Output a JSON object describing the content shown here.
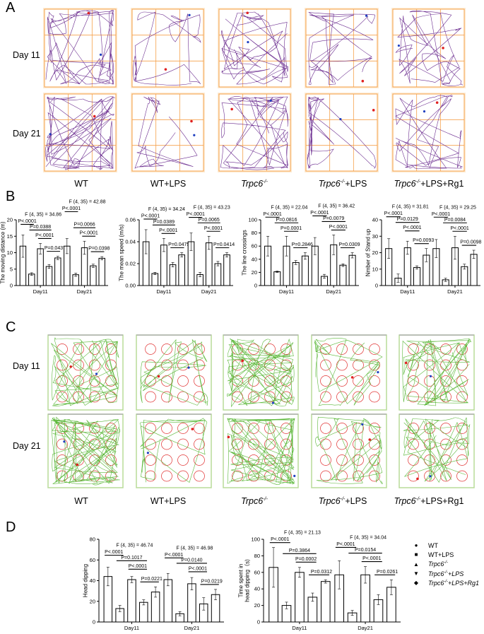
{
  "panels": {
    "A": "A",
    "B": "B",
    "C": "C",
    "D": "D"
  },
  "days": [
    "Day 11",
    "Day 21"
  ],
  "groups": [
    {
      "name": "",
      "sup": "",
      "suffix": "WT"
    },
    {
      "name": "",
      "sup": "",
      "suffix": "WT+LPS"
    },
    {
      "name": "Trpc6",
      "sup": "-/-",
      "suffix": ""
    },
    {
      "name": "Trpc6",
      "sup": "-/-",
      "suffix": "+LPS"
    },
    {
      "name": "Trpc6",
      "sup": "-/-",
      "suffix": "+LPS+Rg1"
    }
  ],
  "colors": {
    "trackA": "#6b2c8f",
    "gridA": "#f5a04a",
    "trackC": "#5cb83a",
    "circleC": "#e03030",
    "start": "#e02020",
    "end": "#2040c0"
  },
  "legend": [
    {
      "marker": "circle",
      "name": "",
      "sup": "",
      "suffix": "WT"
    },
    {
      "marker": "square",
      "name": "",
      "sup": "",
      "suffix": "WT+LPS"
    },
    {
      "marker": "triangle",
      "name": "Trpc6",
      "sup": "-/-",
      "suffix": ""
    },
    {
      "marker": "inverted-triangle",
      "name": "Trpc6",
      "sup": "-/-",
      "suffix": "+LPS"
    },
    {
      "marker": "diamond",
      "name": "Trpc6",
      "sup": "-/-",
      "suffix": "+LPS+Rg1"
    }
  ],
  "chart_data": [
    {
      "id": "B1",
      "type": "bar",
      "ylabel": "The moving distance (m)",
      "ylim": [
        0,
        20
      ],
      "yticks": [
        "0",
        "5",
        "10",
        "15",
        "20"
      ],
      "categories": [
        "Day11",
        "Day21"
      ],
      "means": [
        [
          12.0,
          3.5,
          11.2,
          5.8,
          8.4
        ],
        [
          12.0,
          3.3,
          11.5,
          6.0,
          8.3
        ]
      ],
      "sd": [
        [
          3.4,
          0.4,
          1.6,
          0.6,
          0.5
        ],
        [
          2.3,
          0.5,
          2.0,
          0.5,
          0.5
        ]
      ],
      "stats": [
        {
          "F": "F (4, 35) = 34.86",
          "p": [
            "P<.0001",
            "P=0.0388",
            "P<.0001",
            "P=0.0437"
          ]
        },
        {
          "F": "F (4, 35) = 42.88",
          "p": [
            "P<.0001",
            "P=0.0066",
            "P<.0001",
            "P=0.0398"
          ]
        }
      ]
    },
    {
      "id": "B2",
      "type": "bar",
      "ylabel": "The mean speed (m/s)",
      "ylim": [
        0,
        0.06
      ],
      "yticks": [
        "0.00",
        "0.02",
        "0.04",
        "0.06"
      ],
      "categories": [
        "Day11",
        "Day21"
      ],
      "means": [
        [
          0.04,
          0.011,
          0.037,
          0.019,
          0.028
        ],
        [
          0.04,
          0.01,
          0.039,
          0.02,
          0.028
        ]
      ],
      "sd": [
        [
          0.011,
          0.001,
          0.006,
          0.002,
          0.002
        ],
        [
          0.008,
          0.002,
          0.006,
          0.002,
          0.002
        ]
      ],
      "stats": [
        {
          "F": "F (4, 35) = 34.24",
          "p": [
            "P<.0001",
            "P=0.0389",
            "P<.0001",
            "P=0.0475"
          ]
        },
        {
          "F": "F (4, 35) = 43.23",
          "p": [
            "P<.0001",
            "P=0.0065",
            "P<.0001",
            "P=0.0414"
          ]
        }
      ]
    },
    {
      "id": "B3",
      "type": "bar",
      "ylabel": "The line crossings",
      "ylim": [
        0,
        100
      ],
      "yticks": [
        "0",
        "20",
        "40",
        "60",
        "80",
        "100"
      ],
      "categories": [
        "Day11",
        "Day21"
      ],
      "means": [
        [
          60,
          21,
          60,
          35,
          45
        ],
        [
          60,
          14,
          62,
          31,
          46
        ]
      ],
      "sd": [
        [
          15,
          1,
          15,
          3,
          5
        ],
        [
          13,
          3,
          15,
          2,
          4
        ]
      ],
      "stats": [
        {
          "F": "F (4, 35) = 22.04",
          "p": [
            "P<.0001",
            "P=0.0816",
            "P=0.0001",
            "P=0.2846"
          ]
        },
        {
          "F": "F (4, 35) = 36.42",
          "p": [
            "P<.0001",
            "P=0.0079",
            "P<.0001",
            "P=0.0309"
          ]
        }
      ]
    },
    {
      "id": "B4",
      "type": "bar",
      "ylabel": "Nmber of Stand up",
      "ylim": [
        0,
        40
      ],
      "yticks": [
        "0",
        "10",
        "20",
        "30",
        "40"
      ],
      "categories": [
        "Day11",
        "Day21"
      ],
      "means": [
        [
          22.5,
          4.5,
          23,
          11,
          18.5
        ],
        [
          22.5,
          3.5,
          23,
          11.5,
          19
        ]
      ],
      "sd": [
        [
          6,
          2.5,
          4,
          1,
          4
        ],
        [
          5.5,
          1,
          7,
          1.5,
          2.5
        ]
      ],
      "stats": [
        {
          "F": "F (4, 35) = 31.81",
          "p": [
            "P<.0001",
            "P=0.0129",
            "P<.0001",
            "P=0.0093"
          ]
        },
        {
          "F": "F (4, 35) = 29.25",
          "p": [
            "P<.0001",
            "P=0.0084",
            "P<.0001",
            "P=0.0098"
          ]
        }
      ]
    },
    {
      "id": "D1",
      "type": "bar",
      "ylabel": "Head dipping",
      "ylim": [
        0,
        80
      ],
      "yticks": [
        "0",
        "20",
        "40",
        "60",
        "80"
      ],
      "categories": [
        "Day11",
        "Day21"
      ],
      "means": [
        [
          44,
          13,
          41,
          19,
          29
        ],
        [
          41,
          8,
          37,
          17.5,
          26.5
        ]
      ],
      "sd": [
        [
          9,
          3,
          3,
          2.5,
          5
        ],
        [
          6,
          2,
          6,
          6,
          5
        ]
      ],
      "stats": [
        {
          "F": "F (4, 35) = 46.74",
          "p": [
            "P<.0001",
            "P=0.1017",
            "P<.0001",
            "P=0.0221"
          ]
        },
        {
          "F": "F (4, 35) = 46.98",
          "p": [
            "P<.0001",
            "P=0.0140",
            "P<.0001",
            "P=0.0219"
          ]
        }
      ]
    },
    {
      "id": "D2",
      "type": "bar",
      "ylabel": "Time spent in head dipping (s)",
      "ylabel_lines": [
        "Time spent in",
        "head dipping（s)"
      ],
      "ylim": [
        0,
        100
      ],
      "yticks": [
        "0",
        "20",
        "40",
        "60",
        "80",
        "100"
      ],
      "categories": [
        "Day11",
        "Day21"
      ],
      "means": [
        [
          66,
          20,
          60,
          30,
          49
        ],
        [
          57,
          11,
          57,
          27,
          42
        ]
      ],
      "sd": [
        [
          24,
          4,
          6,
          5,
          2
        ],
        [
          17,
          3,
          10,
          6,
          9
        ]
      ],
      "stats": [
        {
          "F": "F (4, 35) = 21.13",
          "p": [
            "P<.0001",
            "P=0.3864",
            "P=0.0002",
            "P=0.0312"
          ]
        },
        {
          "F": "F (4, 35) = 34.04",
          "p": [
            "P<.0001",
            "P=0.0154",
            "P<.0001",
            "P=0.0261"
          ]
        }
      ]
    }
  ]
}
